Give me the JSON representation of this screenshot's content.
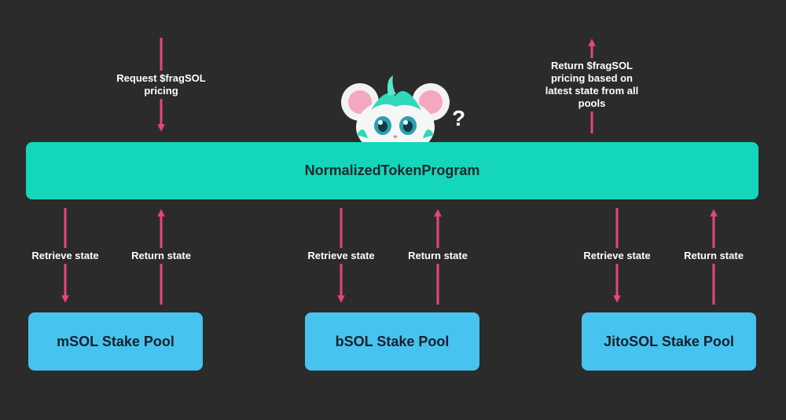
{
  "diagram": {
    "program_label": "NormalizedTokenProgram",
    "request_label": "Request $fragSOL pricing",
    "return_top_label": "Return $fragSOL pricing based on latest state from all pools",
    "retrieve_label": "Retrieve state",
    "return_label": "Return state",
    "pools": [
      {
        "label": "mSOL Stake Pool"
      },
      {
        "label": "bSOL Stake Pool"
      },
      {
        "label": "JitoSOL Stake Pool"
      }
    ],
    "question_mark": "?",
    "colors": {
      "background": "#2b2b2b",
      "program_bar": "#14d6bb",
      "pool_box": "#47c3f0",
      "arrow": "#e8457a",
      "text": "#ffffff"
    },
    "icons": [
      "mascot-icon"
    ]
  }
}
